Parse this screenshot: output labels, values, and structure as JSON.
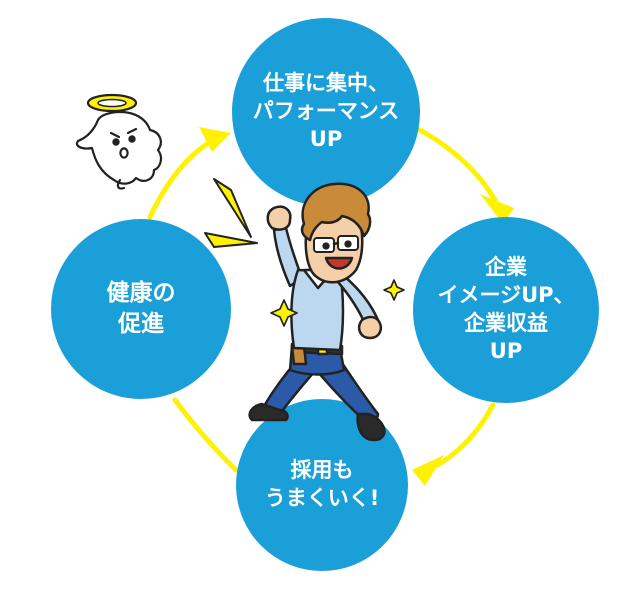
{
  "colors": {
    "circle": "#1a9fd9",
    "arrow": "#fff200",
    "text": "#ffffff"
  },
  "diagram": {
    "nodes": [
      {
        "id": "top",
        "lines": [
          "仕事に集中、",
          "パフォーマンス",
          "UP"
        ]
      },
      {
        "id": "right",
        "lines": [
          "企業",
          "イメージUP、",
          "企業収益",
          "UP"
        ]
      },
      {
        "id": "bottom",
        "lines": [
          "採用も",
          "うまくいく!"
        ]
      },
      {
        "id": "left",
        "lines": [
          "健康の",
          "促進"
        ]
      }
    ],
    "edges": [
      {
        "from": "top",
        "to": "right"
      },
      {
        "from": "right",
        "to": "bottom"
      },
      {
        "from": "left",
        "to": "top"
      }
    ]
  },
  "icons": [
    "angel-ghost-icon",
    "excited-man-illustration",
    "sparkle-icon"
  ]
}
